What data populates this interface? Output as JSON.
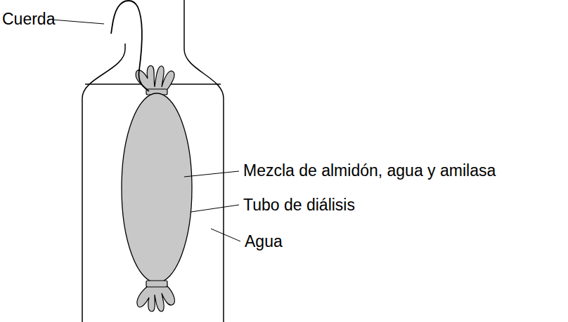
{
  "diagram": {
    "labels": [
      "Cuerda",
      "Mezcla de almidón, agua y amilasa",
      "Tubo de diálisis",
      "Agua"
    ]
  }
}
